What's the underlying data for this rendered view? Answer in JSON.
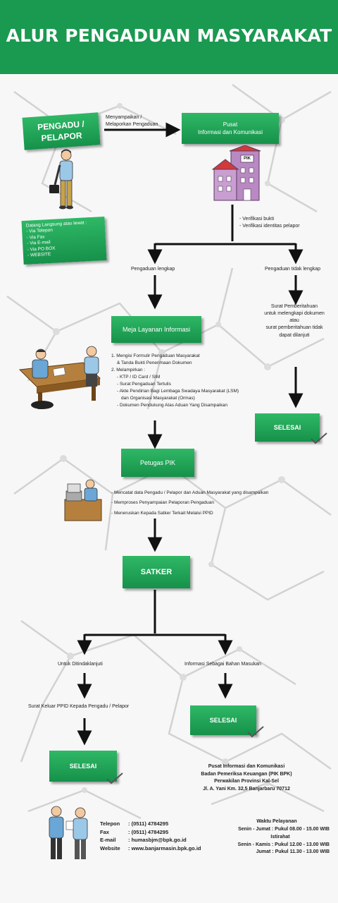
{
  "header": {
    "title": "ALUR PENGADUAN MASYARAKAT"
  },
  "pengadu": {
    "line1": "PENGADU /",
    "line2": "PELAPOR"
  },
  "menyampaikan": {
    "line1": "Menyampaikan /",
    "line2": "Melaporkan Pengaduan"
  },
  "pusat": {
    "line1": "Pusat",
    "line2": "Informasi dan Komunikasi",
    "building_label": "PIK"
  },
  "datang": {
    "lines": [
      "Datang Langsung atau lewat :",
      "- Via Telepon",
      "- Via Fax",
      "- Via E-mail",
      "- Via PO BOX",
      "- WEBSITE"
    ]
  },
  "verifikasi": {
    "lines": [
      "- Verifikasi bukti",
      "- Verifikasi identitas pelapor"
    ]
  },
  "branch1": {
    "left": "Pengaduan lengkap",
    "right": "Pengaduan tidak lengkap"
  },
  "surat_pemberitahuan": {
    "lines": [
      "Surat Pemberitahuan",
      "untuk melengkapi dokumen",
      "atau",
      "surat pemberitahuan tidak",
      "dapat dilanjuti"
    ]
  },
  "meja": {
    "label": "Meja Layanan Informasi"
  },
  "meja_list": {
    "lines": [
      "1. Mengisi Formulir Pengaduan Masyarakat",
      "& Tanda Bukti Penerimaan Dokumen",
      "2. Melampirkan :",
      "- KTP / ID Card / SIM",
      "- Surat Pengaduan Tertulis",
      "- Akte Pendirian Bagi Lembaga Swadaya Masyarakat (LSM)",
      "dan Organisasi Masyarakat (Ormas)",
      "- Dokumen Pendukung Atas Aduan Yang Disampaikan"
    ]
  },
  "selesai_right": {
    "label": "SELESAI"
  },
  "petugas": {
    "label": "Petugas PIK"
  },
  "petugas_list": {
    "lines": [
      "- Mencatat data Pengadu / Pelapor dan Aduan Masyarakat yang disampaikan",
      "- Memproses Penyampaian Pelaporan Pengaduan",
      "- Meneruskan Kepada Satker Terkait Melalui PPID"
    ]
  },
  "satker": {
    "label": "SATKER"
  },
  "branch2": {
    "left": "Untuk Ditindaklanjuti",
    "right": "Informasi Sebagai Bahan Masukan"
  },
  "surat_keluar": {
    "label": "Surat Keluar PPID Kepada Pengadu / Pelapor"
  },
  "selesai_mid": {
    "label": "SELESAI"
  },
  "selesai_bottom": {
    "label": "SELESAI"
  },
  "org": {
    "lines": [
      "Pusat Informasi dan Komunikasi",
      "Badan Pemeriksa Keuangan (PIK BPK)",
      "Perwakilan Provinsi Kal-Sel",
      "Jl. A. Yani Km. 32,5 Banjarbaru 70712"
    ]
  },
  "contact": {
    "labels": [
      "Telepon",
      "Fax",
      "E-mail",
      "Website"
    ],
    "values": [
      ": (0511) 4784295",
      ": (0511) 4784295",
      ": humasbjm@bpk.go.id",
      ": www.banjarmasin.bpk.go.id"
    ]
  },
  "waktu": {
    "title": "Waktu Pelayanan",
    "lines": [
      "Senin - Jumat : Pukul 08.00 - 15.00 WIB",
      "Istirahat",
      "Senin - Kamis : Pukul 12.00 - 13.00 WIB",
      "Jumat : Pukul 11.30 - 13.00 WIB"
    ]
  },
  "colors": {
    "green": "#1a9950",
    "green_light": "#2fb866",
    "arrow": "#111111"
  }
}
